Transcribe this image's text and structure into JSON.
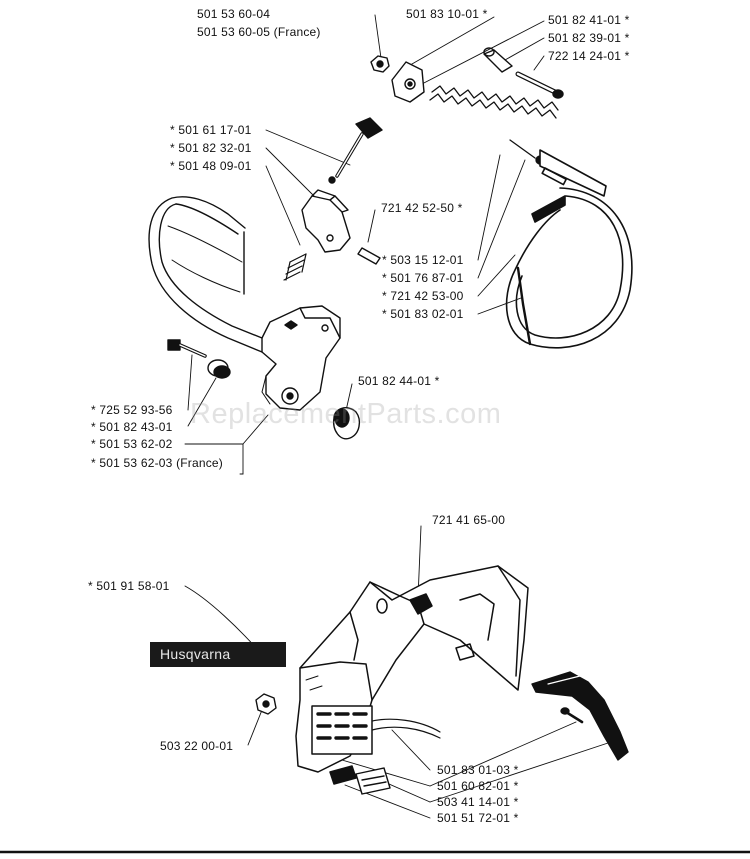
{
  "watermark": "ReplacementParts.com",
  "brand_label": "Husqvarna",
  "labels": {
    "top_part_1": "501 53 60-04",
    "top_part_2": "501 53 60-05 (France)",
    "l_501831001": "501 83 10-01  *",
    "l_501824101": "501 82 41-01  *",
    "l_501823901": "501 82 39-01  *",
    "l_722142401": "722 14 24-01  *",
    "l_501611701": "*  501 61 17-01",
    "l_501823201": "*  501 82 32-01",
    "l_501480901": "*  501 48 09-01",
    "l_721425250": "721 42 52-50  *",
    "l_503151201": "*  503 15 12-01",
    "l_501768701": "*  501 76 87-01",
    "l_721425300": "*  721 42 53-00",
    "l_501830201": "*  501 83 02-01",
    "l_501824401": "501 82 44-01  *",
    "l_725529356": "*  725 52 93-56",
    "l_501824301": "*  501 82 43-01",
    "l_501536202": "*  501 53 62-02",
    "l_501536203": "*  501 53 62-03 (France)",
    "l_721416500": "721 41 65-00",
    "l_501915801": "*  501 91 58-01",
    "l_503220001": "503 22 00-01",
    "l_501830103": "501 83 01-03  *",
    "l_501608201": "501 60 82-01  *",
    "l_503411401": "503 41 14-01  *",
    "l_501517201": "501 51 72-01  *"
  }
}
